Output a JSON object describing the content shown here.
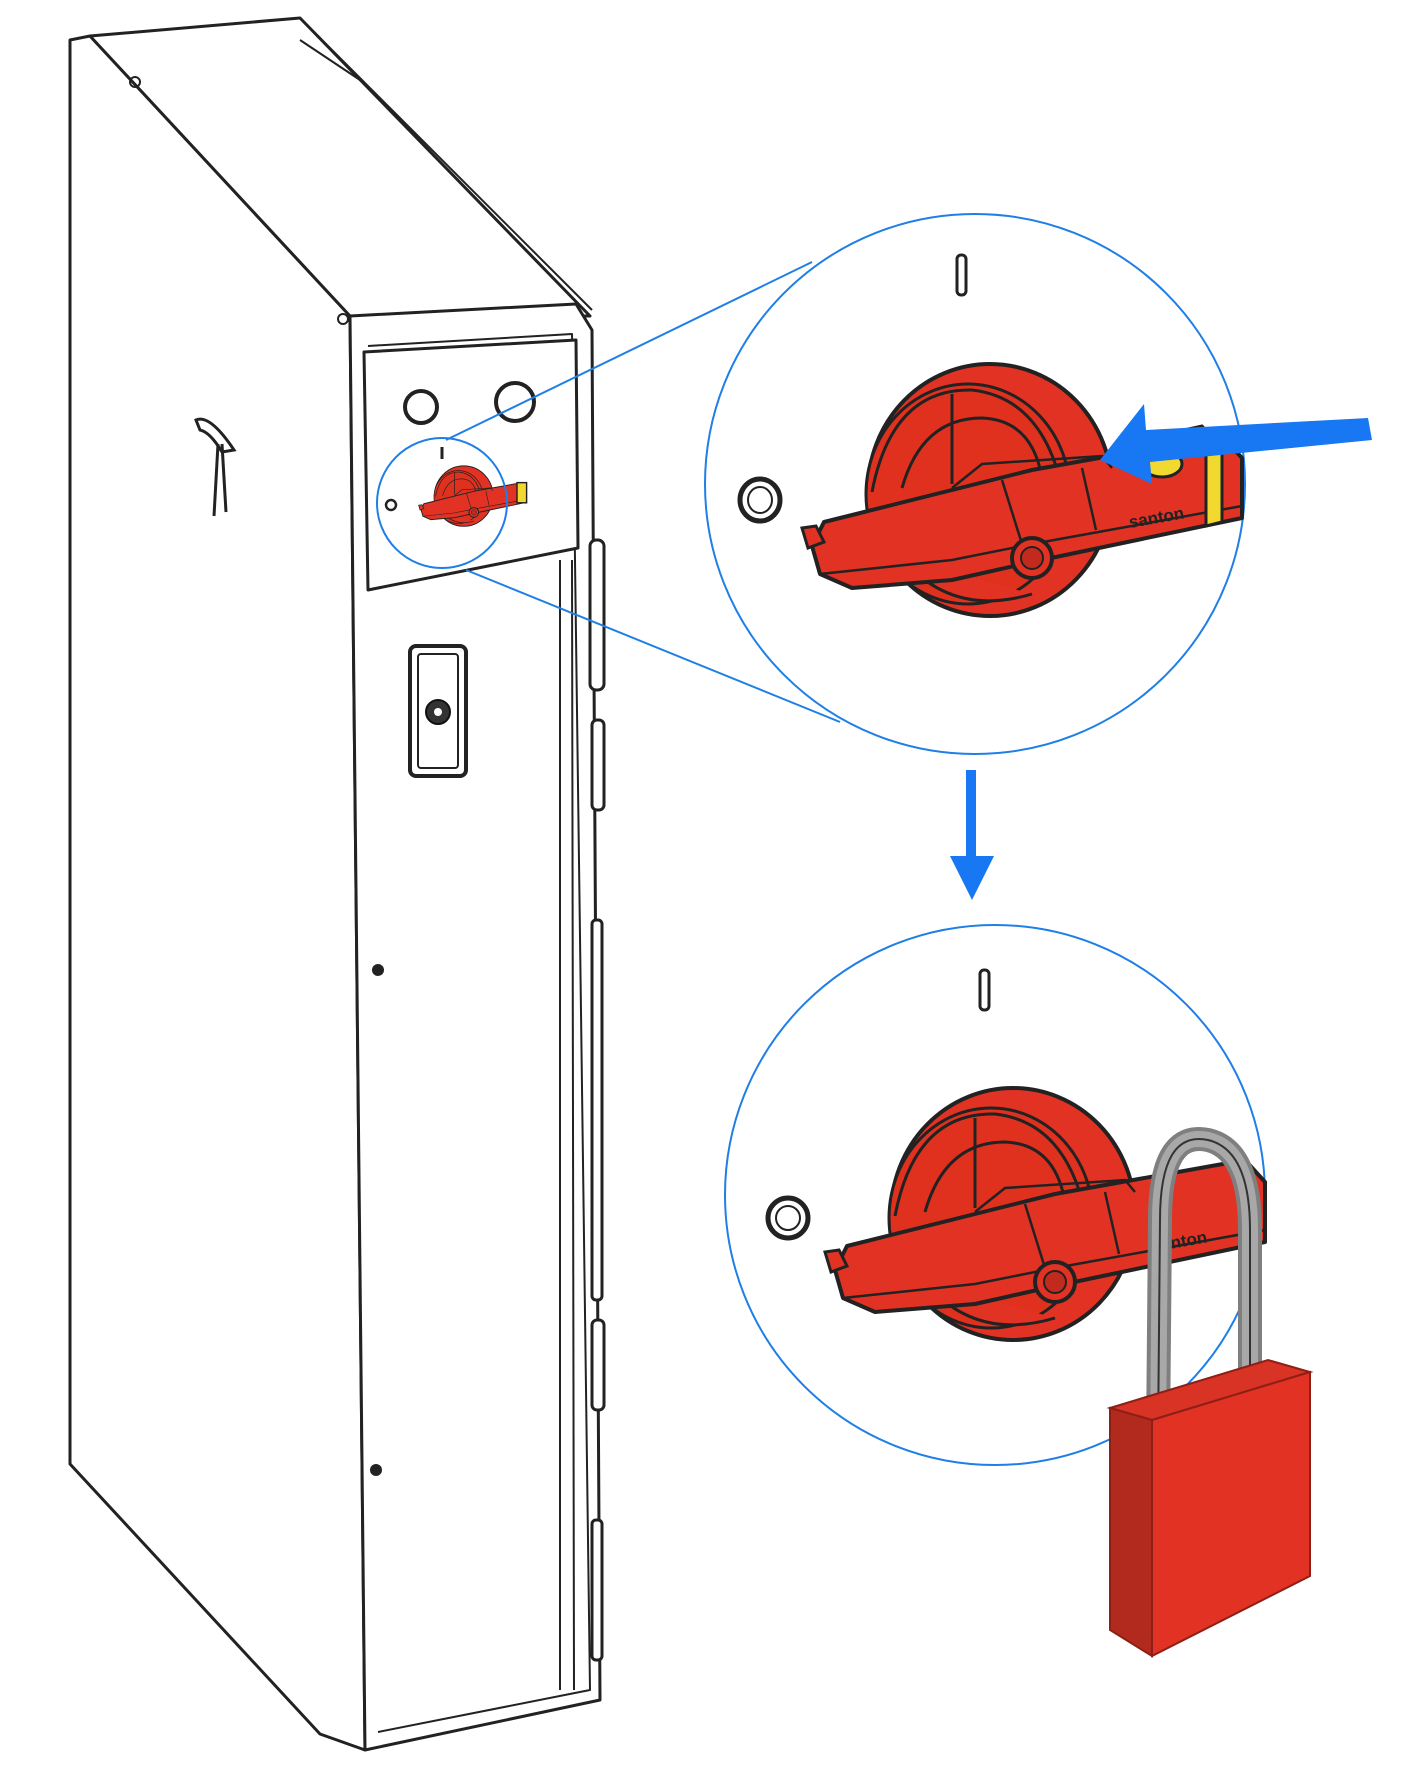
{
  "switch": {
    "brand_label": "santon",
    "on_label": "I",
    "off_label": "O"
  },
  "colors": {
    "handle_red": "#e23224",
    "handle_red_dark": "#b52a1f",
    "tip_yellow": "#f2d930",
    "callout_blue": "#1f7fe6",
    "arrow_blue": "#1877f2",
    "shackle_gray": "#9d9d9d",
    "outline": "#222222"
  },
  "icons": {
    "arrow_push": "arrow-left-icon",
    "arrow_next": "arrow-down-icon",
    "lock": "padlock-icon",
    "logo": "brand-logo-icon"
  }
}
